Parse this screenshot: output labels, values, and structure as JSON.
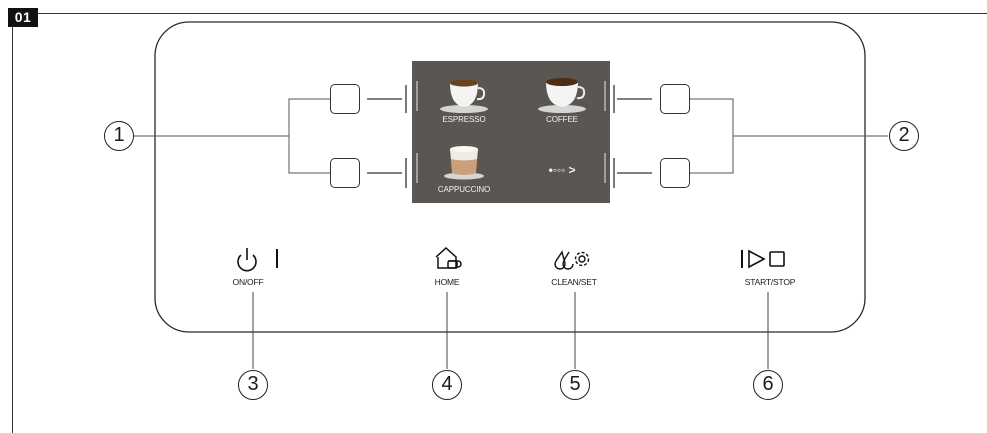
{
  "figure_tag": "01",
  "screen": {
    "items": [
      {
        "label": "ESPRESSO",
        "icon": "espresso-cup-icon"
      },
      {
        "label": "COFFEE",
        "icon": "coffee-cup-icon"
      },
      {
        "label": "CAPPUCCINO",
        "icon": "cappuccino-cup-icon"
      },
      {
        "label": "•◦◦◦ >",
        "icon": "next-page-icon"
      }
    ]
  },
  "controls": [
    {
      "label": "ON/OFF",
      "icon": "power-icon"
    },
    {
      "label": "HOME",
      "icon": "home-icon"
    },
    {
      "label": "CLEAN/SET",
      "icon": "clean-set-icon"
    },
    {
      "label": "START/STOP",
      "icon": "start-stop-icon"
    }
  ],
  "callouts": [
    "1",
    "2",
    "3",
    "4",
    "5",
    "6"
  ]
}
